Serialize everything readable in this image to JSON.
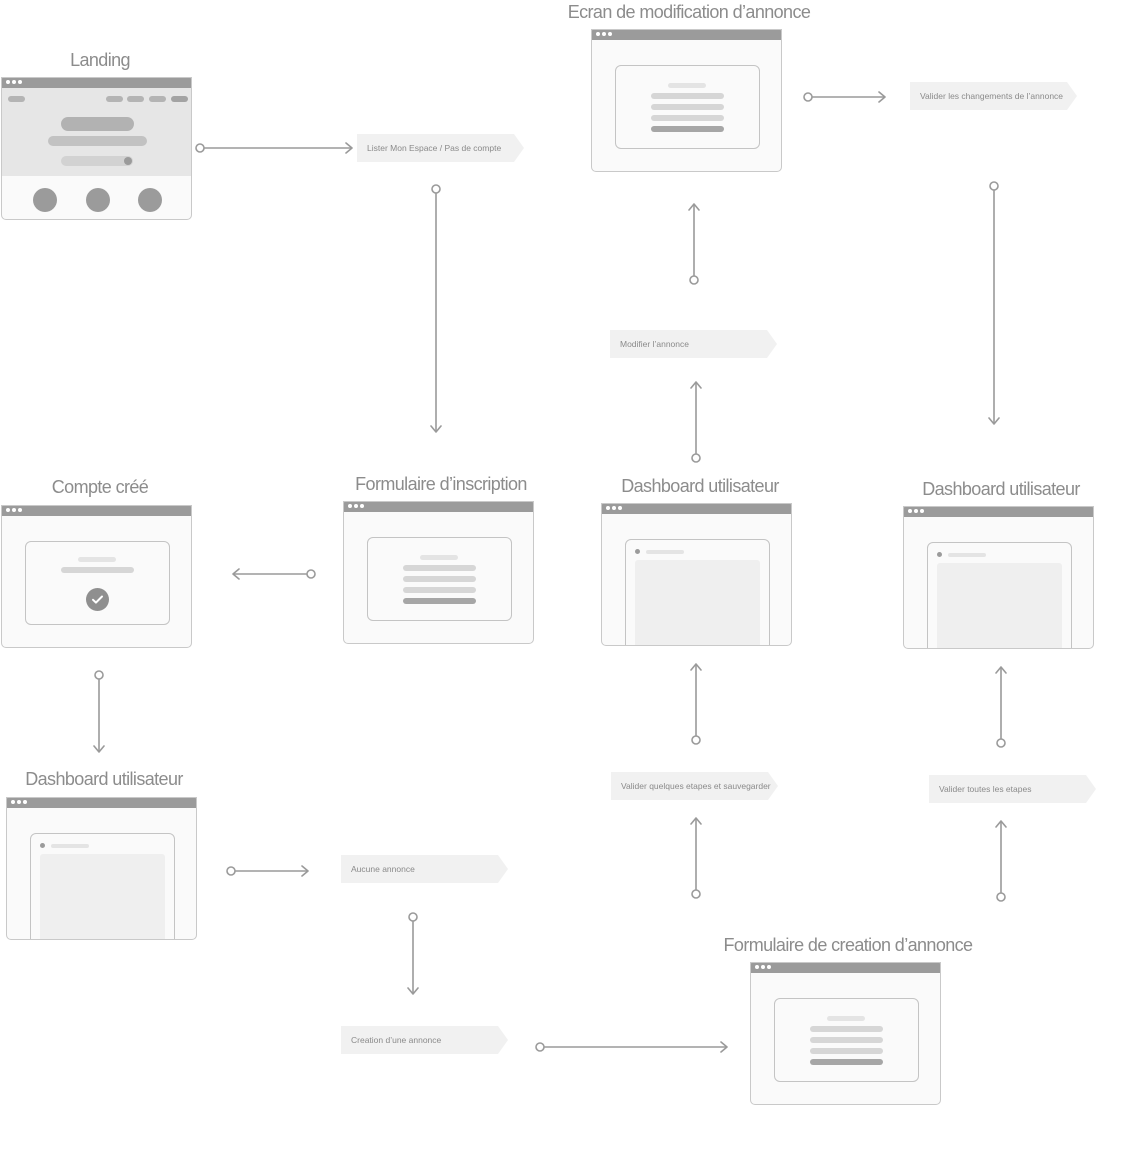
{
  "titles": {
    "landing": "Landing",
    "edit_screen": "Ecran de modification d’annonce",
    "account_created": "Compte créé",
    "signup_form": "Formulaire d’inscription",
    "dashboard_center": "Dashboard utilisateur",
    "dashboard_right": "Dashboard utilisateur",
    "dashboard_bottom": "Dashboard utilisateur",
    "creation_form": "Formulaire de creation d’annonce"
  },
  "labels": {
    "list_space": "Lister Mon Espace / Pas de compte",
    "validate_changes": "Valider les changements de l’annonce",
    "edit_ad": "Modifier l’annonce",
    "validate_some": "Valider quelques etapes et sauvegarder",
    "validate_all": "Valider toutes les etapes",
    "no_ad": "Aucune annonce",
    "create_ad": "Creation d’une annonce"
  },
  "icons": {
    "account_created": "check-circle-icon"
  },
  "colors": {
    "frame_bar": "#9b9b9b",
    "arrow": "#9a9a9a",
    "tag_bg": "#f1f1f1"
  }
}
